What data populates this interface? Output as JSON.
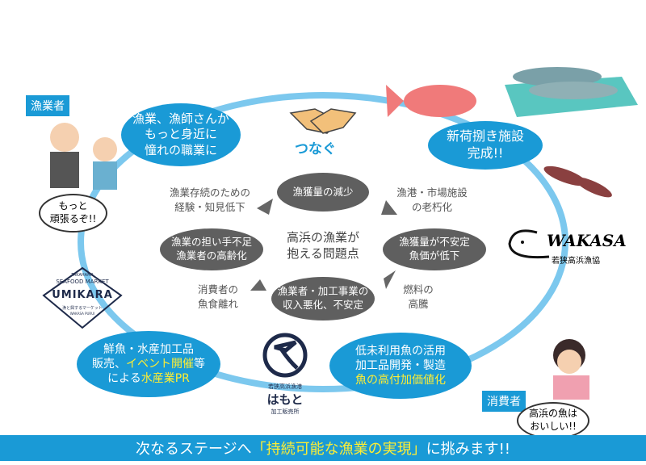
{
  "labels": {
    "fishermen": "漁業者",
    "consumers": "消費者"
  },
  "connect": "つなぐ",
  "bubbles": {
    "top_left": [
      "漁業、漁師さんが",
      "もっと身近に",
      "憧れの職業に"
    ],
    "right": [
      "新荷捌き施設",
      "完成!!"
    ],
    "bottom_left": {
      "line1": "鮮魚・水産加工品",
      "line2a": "販売、",
      "line2b": "イベント開催",
      "line2c": "等",
      "line3a": "による",
      "line3b": "水産業PR"
    },
    "bottom_right": [
      "低未利用魚の活用",
      "加工品開発・製造",
      "魚の高付加価値化"
    ]
  },
  "center": [
    "高浜の漁業が",
    "抱える問題点"
  ],
  "problems": {
    "top": "漁獲量の減少",
    "left": [
      "漁業の担い手不足",
      "漁業者の高齢化"
    ],
    "right": [
      "漁獲量が不安定",
      "魚価が低下"
    ],
    "bottom": [
      "漁業者・加工事業の",
      "収入悪化、不安定"
    ]
  },
  "causes": {
    "top_left": [
      "漁業存続のための",
      "経験・知見低下"
    ],
    "top_right": [
      "漁港・市場施設",
      "の老朽化"
    ],
    "bottom_left": [
      "消費者の",
      "魚食離れ"
    ],
    "bottom_right": [
      "燃料の",
      "高騰"
    ]
  },
  "speech": {
    "fishermen": [
      "もっと",
      "頑張るぞ!!"
    ],
    "consumer": [
      "高浜の魚は",
      "おいしい!!"
    ]
  },
  "logos": {
    "umikara": {
      "top": "TAKAHAMA",
      "sub": "SEAFOOD MARKET",
      "name": "UMIKARA",
      "tagline": "漁と興するマーケット",
      "small": "WAKASA PURUI"
    },
    "hamoto": {
      "top": "若狭高浜漁港",
      "name": "はもと",
      "bottom": "加工販売所"
    },
    "wakasa": {
      "name": "WAKASA",
      "sub": "若狭高浜漁協"
    }
  },
  "banner": {
    "pre": "次なるステージへ",
    "highlight": "「持続可能な漁業の実現」",
    "post": "に挑みます!!"
  },
  "colors": {
    "blue": "#1a9ad6",
    "ring": "#7cc8ee",
    "grey": "#5f5f5f",
    "yellow": "#ffee33"
  }
}
